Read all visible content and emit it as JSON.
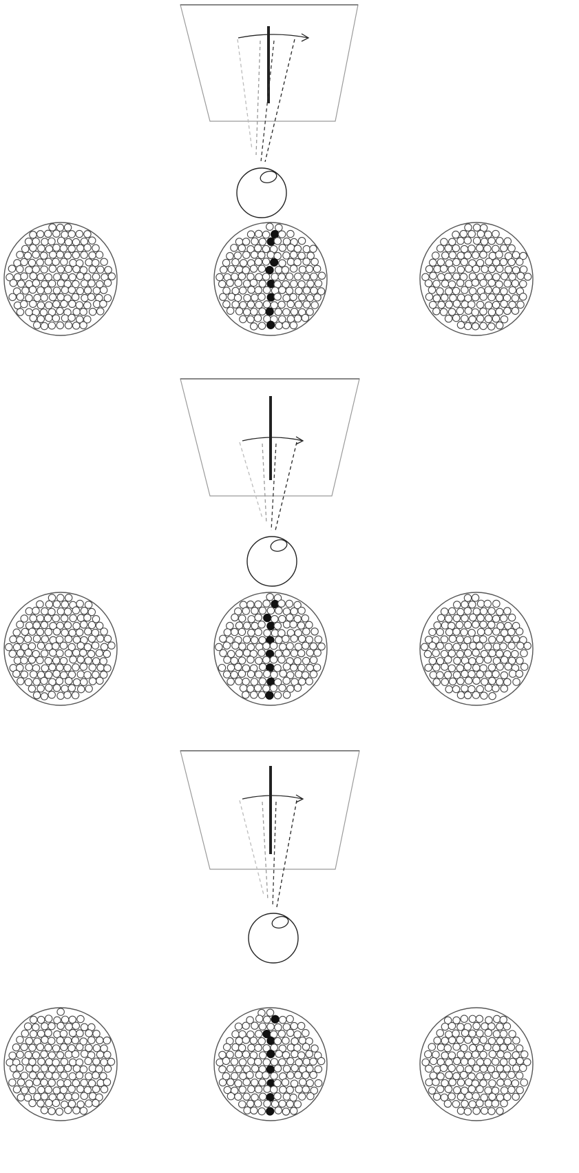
{
  "figure": {
    "panels": [
      {
        "stimulus_phase": "bar-left-of-center",
        "line_rotation_arrow": "right",
        "retina_fields": [
          {
            "position": "left",
            "active_cells": 0
          },
          {
            "position": "center",
            "active_cells": 8
          },
          {
            "position": "right",
            "active_cells": 0
          }
        ]
      },
      {
        "stimulus_phase": "bar-at-center",
        "line_rotation_arrow": "right",
        "retina_fields": [
          {
            "position": "left",
            "active_cells": 0
          },
          {
            "position": "center",
            "active_cells": 8
          },
          {
            "position": "right",
            "active_cells": 0
          }
        ]
      },
      {
        "stimulus_phase": "bar-at-center",
        "line_rotation_arrow": "right",
        "retina_fields": [
          {
            "position": "left",
            "active_cells": 0
          },
          {
            "position": "center",
            "active_cells": 8
          },
          {
            "position": "right",
            "active_cells": 0
          }
        ]
      }
    ],
    "colors": {
      "line": "#222222",
      "screen_edge": "#9a9a9a",
      "receptor_outline": "#444444",
      "active_cell": "#111111"
    }
  }
}
